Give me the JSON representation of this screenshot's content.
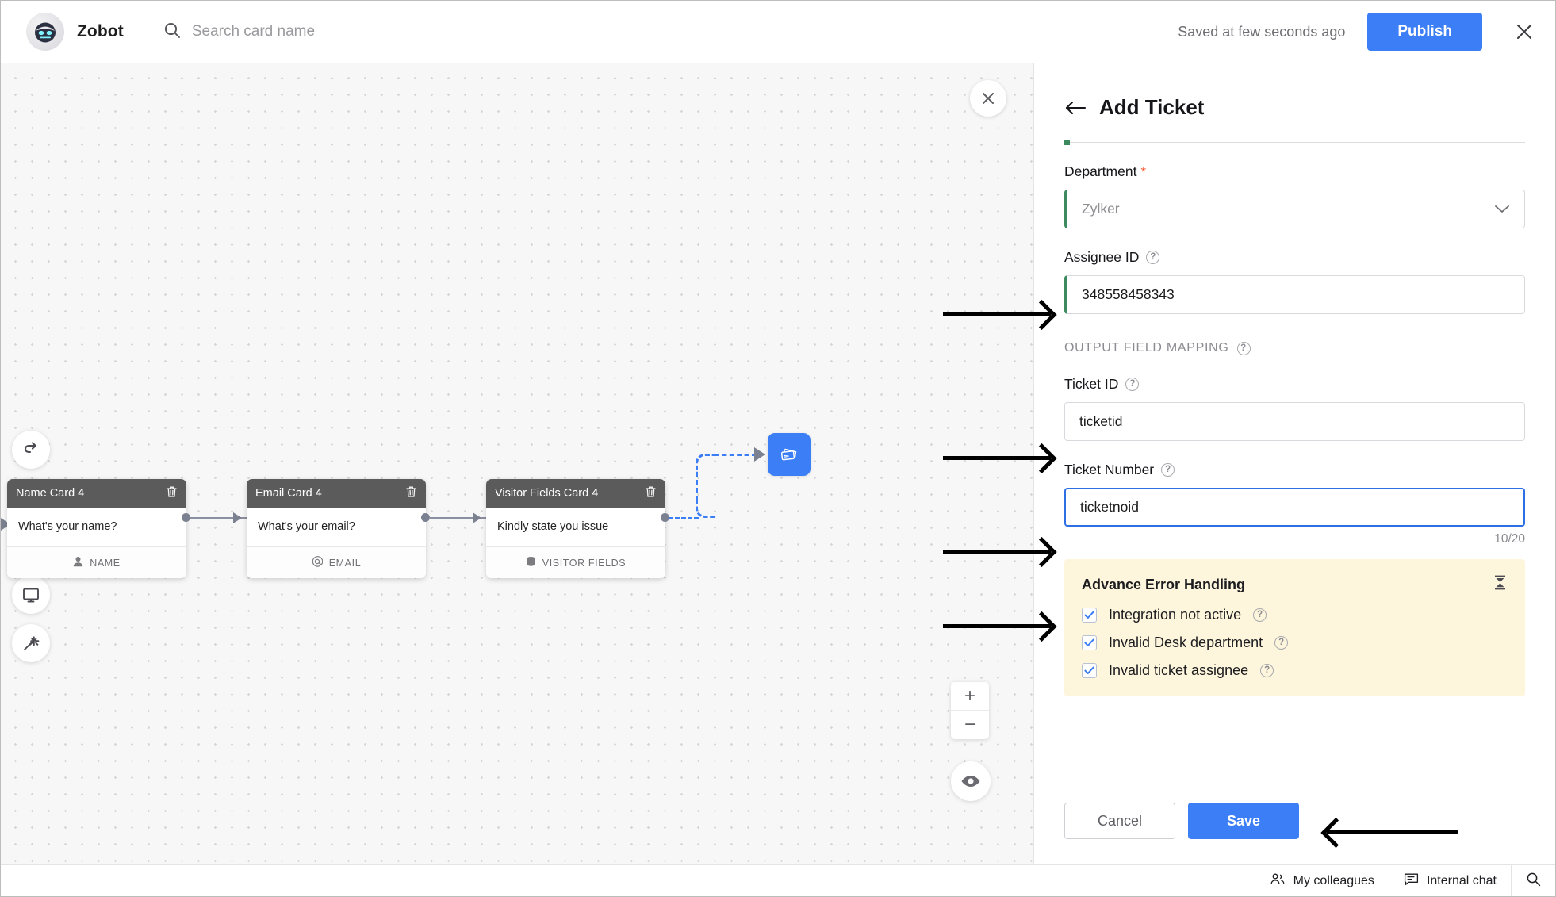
{
  "header": {
    "brand": "Zobot",
    "logo_icon": "robot-avatar-icon",
    "search_icon": "search-icon",
    "search_placeholder": "Search card name",
    "search_value": "",
    "saved_text": "Saved at few seconds ago",
    "publish_label": "Publish",
    "close_icon": "close-icon"
  },
  "canvas": {
    "close_icon": "close-icon",
    "tools": [
      {
        "name": "undo-button",
        "icon": "undo-arrow-icon"
      },
      {
        "name": "redo-button",
        "icon": "redo-arrow-icon"
      },
      {
        "name": "reset-button",
        "icon": "refresh-circular-icon"
      },
      {
        "name": "preview-button",
        "icon": "monitor-screen-icon"
      },
      {
        "name": "magic-button",
        "icon": "magic-wand-icon"
      }
    ],
    "zoom_in_label": "+",
    "zoom_out_label": "−",
    "eye_icon": "eye-icon",
    "ticket_node_icon": "ticket-cards-icon",
    "cards": [
      {
        "title": "Name Card 4",
        "prompt": "What's your name?",
        "footer_label": "NAME",
        "footer_icon": "person-icon",
        "delete_icon": "trash-icon"
      },
      {
        "title": "Email Card 4",
        "prompt": "What's your email?",
        "footer_label": "EMAIL",
        "footer_icon": "at-sign-icon",
        "delete_icon": "trash-icon"
      },
      {
        "title": "Visitor Fields Card 4",
        "prompt": "Kindly state you issue",
        "footer_label": "VISITOR FIELDS",
        "footer_icon": "database-stack-icon",
        "delete_icon": "trash-icon"
      }
    ]
  },
  "panel": {
    "back_icon": "back-arrow-icon",
    "title": "Add Ticket",
    "department": {
      "label": "Department",
      "required_marker": "*",
      "value": "Zylker",
      "chevron_icon": "chevron-down-icon"
    },
    "assignee": {
      "label": "Assignee ID",
      "help_icon": "help-question-icon",
      "value": "348558458343"
    },
    "section_label": "OUTPUT FIELD MAPPING",
    "section_help_icon": "help-question-icon",
    "ticket_id": {
      "label": "Ticket ID",
      "help_icon": "help-question-icon",
      "value": "ticketid"
    },
    "ticket_number": {
      "label": "Ticket Number",
      "help_icon": "help-question-icon",
      "value": "ticketnoid",
      "char_count": "10/20"
    },
    "error_handling": {
      "title": "Advance Error Handling",
      "collapse_icon": "collapse-icon",
      "options": [
        {
          "label": "Integration not active",
          "checked": true,
          "help_icon": "help-question-icon"
        },
        {
          "label": "Invalid Desk department",
          "checked": true,
          "help_icon": "help-question-icon"
        },
        {
          "label": "Invalid ticket assignee",
          "checked": true,
          "help_icon": "help-question-icon"
        }
      ]
    },
    "cancel_label": "Cancel",
    "save_label": "Save"
  },
  "footer": {
    "colleagues_label": "My colleagues",
    "colleagues_icon": "people-group-icon",
    "internal_chat_label": "Internal chat",
    "internal_chat_icon": "chat-bubble-icon",
    "search_icon": "search-icon"
  },
  "colors": {
    "accent_blue": "#3b7ef5",
    "valid_green": "#3c8a5e",
    "required_red": "#f4542a",
    "warn_bg": "#fdf5dc",
    "card_header": "#5b5b5b"
  }
}
